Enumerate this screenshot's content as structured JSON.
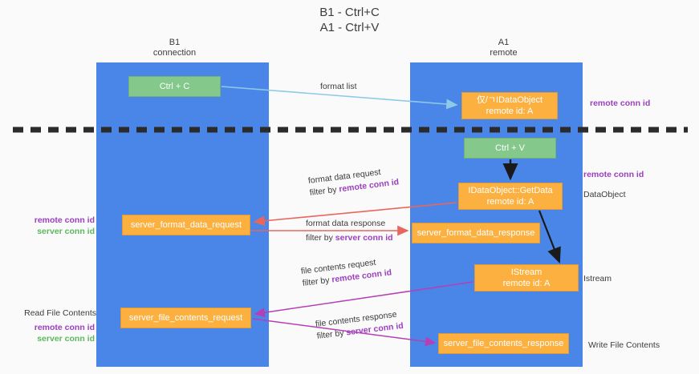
{
  "title": {
    "line1": "B1 - Ctrl+C",
    "line2": "A1 - Ctrl+V"
  },
  "columns": [
    {
      "name": "B1",
      "sub": "connection",
      "color": "#4a86e8"
    },
    {
      "name": "A1",
      "sub": "remote",
      "color": "#4a86e8"
    }
  ],
  "colors": {
    "lane": "#4a86e8",
    "green_node": "#84c98b",
    "orange_node": "#fbb040",
    "purple_text": "#9b3fbd",
    "green_text": "#5cb85c",
    "divider": "#2b2b2b",
    "arrow_blue": "#8ec9e8",
    "arrow_red": "#e8665c",
    "arrow_black": "#1a1a1a",
    "arrow_magenta": "#b53fb5"
  },
  "nodes": {
    "ctrl_c": "Ctrl + C",
    "data_object": {
      "line1": "仅/ㄱIDataObject",
      "line2": "remote id: A"
    },
    "ctrl_v": "Ctrl + V",
    "get_data": {
      "line1": "IDataObject::GetData",
      "line2": "remote id: A"
    },
    "server_format_data_request": "server_format_data_request",
    "server_format_data_response": "server_format_data_response",
    "istream": {
      "line1": "IStream",
      "line2": "remote id: A"
    },
    "server_file_contents_request": "server_file_contents_request",
    "server_file_contents_response": "server_file_contents_response"
  },
  "arrow_labels": {
    "format_list": "format list",
    "format_data_request": {
      "text": "format data request",
      "filter_prefix": "filter by ",
      "filter_key": "remote conn id"
    },
    "format_data_response": {
      "text": "format data response",
      "filter_prefix": "filter by ",
      "filter_key": "server conn id"
    },
    "file_contents_request": {
      "text": "file contents request",
      "filter_prefix": "filter by ",
      "filter_key": "remote conn id"
    },
    "file_contents_response": {
      "text": "file contents response",
      "filter_prefix": "filter by ",
      "filter_key": "server conn id"
    }
  },
  "side_labels": {
    "remote_conn_id_top": "remote conn id",
    "remote_conn_id_mid": "remote conn id",
    "data_object": "DataObject",
    "istream": "Istream",
    "write_file_contents": "Write File Contents",
    "read_file_contents": "Read File Contents",
    "legend_remote": "remote conn id",
    "legend_server": "server conn id"
  }
}
